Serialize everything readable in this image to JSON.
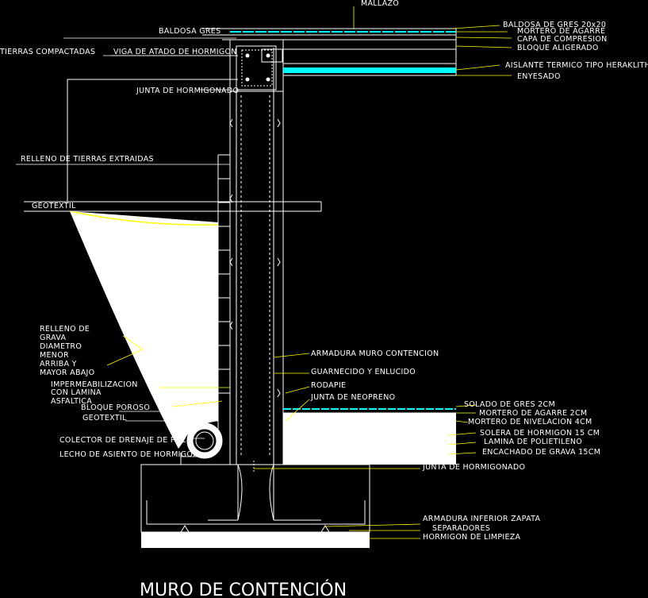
{
  "title": "MURO DE CONTENCIÓN",
  "colors": {
    "background": "#000000",
    "leader": "#ffff00",
    "insulation": "#00ffff",
    "gravel_fill": "#ffffff",
    "lines": "#ffffff"
  },
  "labels": {
    "mallazo": "MALLAZO",
    "baldosa_gres_left": "BALDOSA GRES",
    "baldosa_gres_right": "BALDOSA DE GRES 20x20",
    "mortero_agarre": "MORTERO DE AGARRE",
    "capa_compresion": "CAPA DE COMPRESION",
    "bloque_aligerado": "BLOQUE ALIGERADO",
    "tierras_compactadas": "TIERRAS COMPACTADAS",
    "viga_atado": "VIGA DE ATADO DE HORMIGON",
    "aislante": "AISLANTE TERMICO TIPO HERAKLITH",
    "enyesado": "ENYESADO",
    "junta_hormigonado_top": "JUNTA DE HORMIGONADO",
    "relleno_tierras": "RELLENO DE TIERRAS EXTRAIDAS",
    "geotextil_top": "GEOTEXTIL",
    "relleno_grava": [
      "RELLENO DE",
      "GRAVA",
      "DIAMETRO",
      "MENOR",
      "ARRIBA Y",
      "MAYOR ABAJO"
    ],
    "armadura_muro": "ARMADURA MURO CONTENCION",
    "guarnecido": "GUARNECIDO Y ENLUCIDO",
    "rodapie": "RODAPIE",
    "impermeabilizacion": [
      "IMPERMEABILIZACION",
      "CON LAMINA",
      "ASFALTICA"
    ],
    "junta_neopreno": "JUNTA DE NEOPRENO",
    "bloque_poroso": "BLOQUE POROSO",
    "geotextil_bottom": "GEOTEXTIL",
    "solado_gres": "SOLADO DE GRES 2CM",
    "mortero_agarre_2": "MORTERO DE AGARRE 2CM",
    "mortero_nivelacion": "MORTERO DE NIVELACION 4CM",
    "colector": "COLECTOR DE DRENAJE DE PVC",
    "solera": "SOLERA DE HORMIGON 15 CM",
    "lamina_polietileno": "LAMINA DE POLIETILENO",
    "lecho_asiento": "LECHO DE ASIENTO DE HORMIGON",
    "encachado": "ENCACHADO DE GRAVA 15CM",
    "junta_hormigonado_bottom": "JUNTA DE HORMIGONADO",
    "armadura_zapata": "ARMADURA INFERIOR ZAPATA",
    "separadores": "SEPARADORES",
    "hormigon_limpieza": "HORMIGON DE LIMPIEZA"
  }
}
